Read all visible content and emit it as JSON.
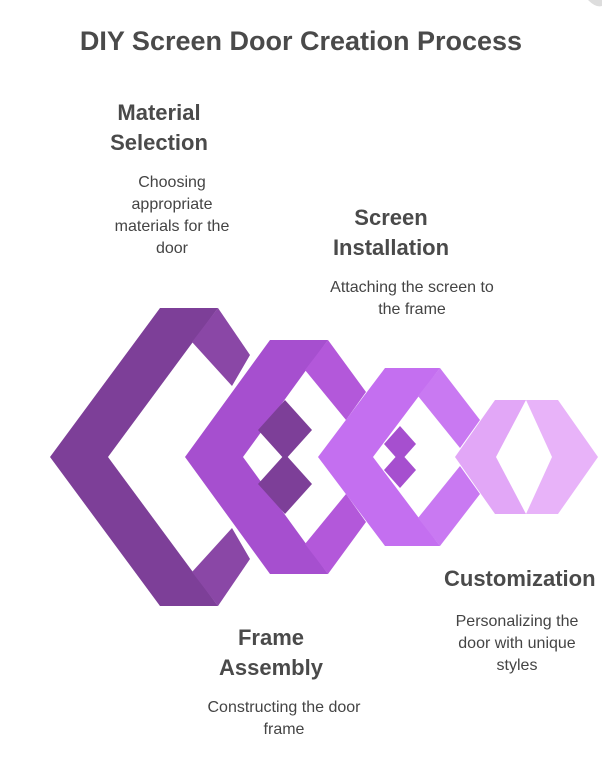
{
  "title": "DIY Screen Door Creation Process",
  "steps": [
    {
      "title": "Material Selection",
      "description": "Choosing appropriate materials for the door",
      "color": "#7d3f98"
    },
    {
      "title": "Frame Assembly",
      "description": "Constructing the door frame",
      "color": "#a64fcf"
    },
    {
      "title": "Screen Installation",
      "description": "Attaching the screen to the frame",
      "color": "#c46ff0"
    },
    {
      "title": "Customization",
      "description": "Personalizing the door with unique styles",
      "color": "#e2a7f7"
    }
  ],
  "colors": {
    "title_text": "#4a4a4a",
    "body_text": "#444444",
    "background": "#ffffff"
  }
}
